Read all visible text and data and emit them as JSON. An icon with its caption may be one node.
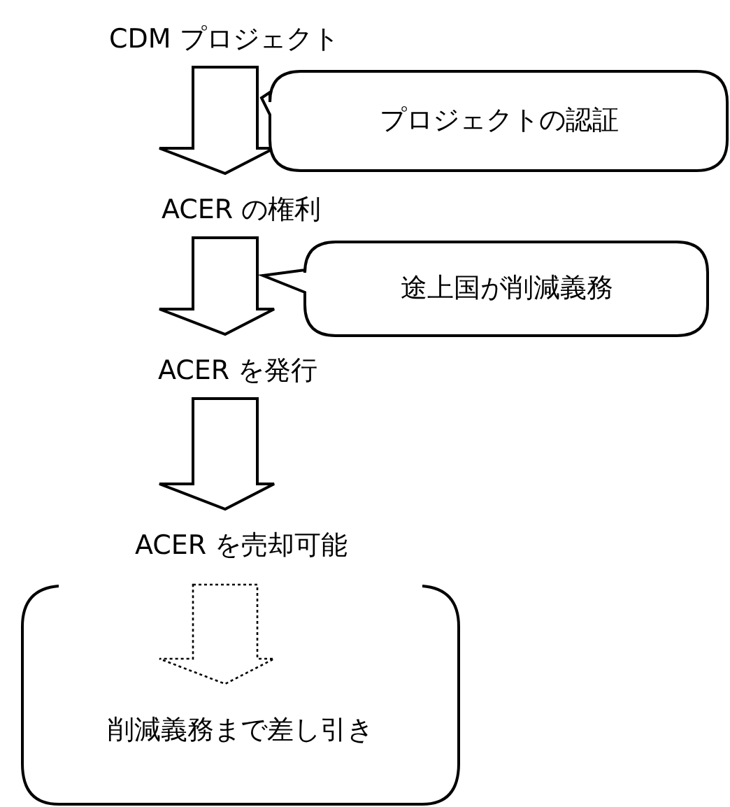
{
  "diagram": {
    "nodes": [
      {
        "text": [
          "CDM プロジェクト"
        ]
      },
      {
        "text": [
          "ACER の権利"
        ]
      },
      {
        "text": [
          "ACER を発行"
        ]
      },
      {
        "text": [
          "ACER を売却可能"
        ]
      },
      {
        "text": [
          "削減義務まで差し引き"
        ]
      },
      {
        "text": [
          "プロジェクトの認証"
        ]
      },
      {
        "text": [
          "途上国が削減義務"
        ]
      }
    ],
    "edges": [
      {
        "from": 0,
        "to": 1,
        "arrow": "to"
      },
      {
        "from": 1,
        "to": 2,
        "arrow": "to"
      },
      {
        "from": 2,
        "to": 3,
        "arrow": "to"
      },
      {
        "from": 3,
        "to": 4,
        "arrow": "to",
        "style": "dashed"
      }
    ]
  }
}
